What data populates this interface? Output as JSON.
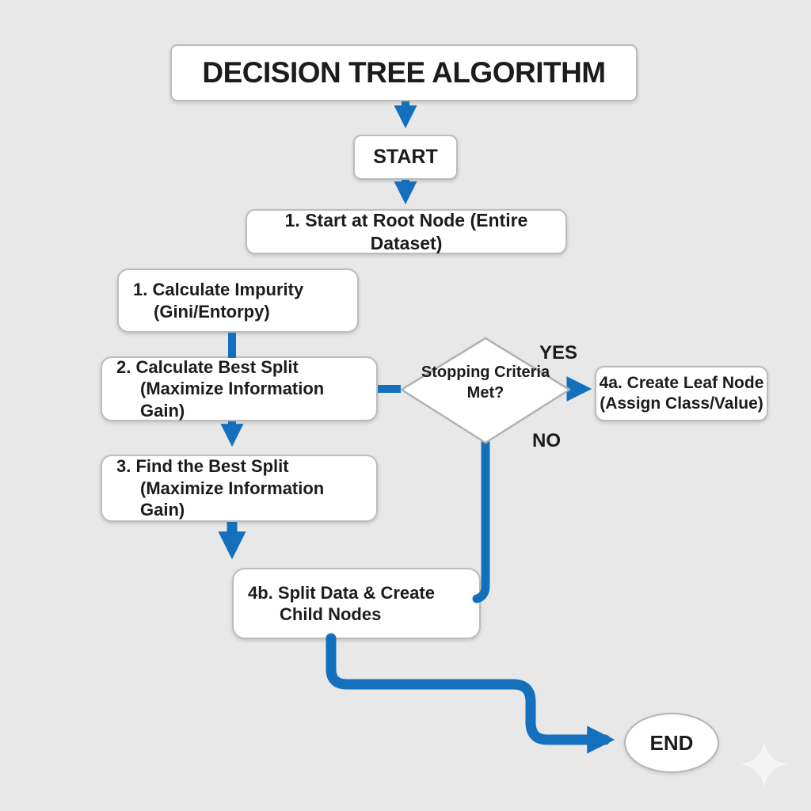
{
  "title": "DECISION TREE ALGORITHM",
  "nodes": {
    "start": "START",
    "root": "1. Start at Root Node (Entire Dataset)",
    "impurity": {
      "line1": "1. Calculate Impurity",
      "line2": "(Gini/Entorpy)"
    },
    "best_split": {
      "line1": "2. Calculate Best Split",
      "line2": "(Maximize Information Gain)"
    },
    "stopping_criteria": {
      "line1": "Stopping Criteria",
      "line2": "Met?"
    },
    "create_leaf": {
      "line1": "4a. Create Leaf Node",
      "line2": "(Assign Class/Value)"
    },
    "find_split": {
      "line1": "3. Find the Best Split",
      "line2": "(Maximize Information Gain)"
    },
    "split_data": {
      "line1": "4b. Split Data & Create",
      "line2": "Child Nodes"
    },
    "end": "END"
  },
  "branch_labels": {
    "yes": "YES",
    "no": "NO"
  },
  "decorations": {
    "sparkle": "four-point-sparkle-icon"
  },
  "colors": {
    "background": "#e8e8e9",
    "arrow_blue": "#1470bd",
    "box_fill": "#ffffff",
    "box_border": "#bcbcbc",
    "diamond_border": "#b2b2b2",
    "text": "#1c1c1c",
    "sparkle": "#f4f4f5"
  }
}
